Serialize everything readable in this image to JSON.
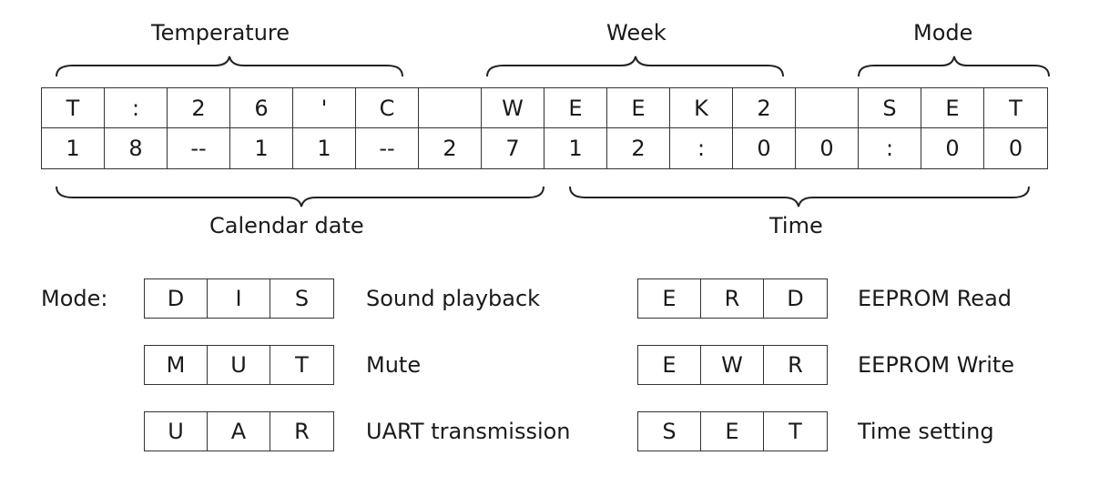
{
  "brace_labels": {
    "temperature": "Temperature",
    "week": "Week",
    "mode": "Mode",
    "calendar_date": "Calendar date",
    "time": "Time"
  },
  "display_rows": [
    [
      "T",
      ":",
      "2",
      "6",
      "'",
      "C",
      "",
      "W",
      "E",
      "E",
      "K",
      "2",
      "",
      "S",
      "E",
      "T"
    ],
    [
      "1",
      "8",
      "--",
      "1",
      "1",
      "--",
      "2",
      "7",
      "1",
      "2",
      ":",
      "0",
      "0",
      ":",
      "0",
      "0"
    ]
  ],
  "modes_title": "Mode:",
  "modes": [
    {
      "chars": [
        "D",
        "I",
        "S"
      ],
      "desc": "Sound playback"
    },
    {
      "chars": [
        "M",
        "U",
        "T"
      ],
      "desc": "Mute"
    },
    {
      "chars": [
        "U",
        "A",
        "R"
      ],
      "desc": "UART transmission"
    },
    {
      "chars": [
        "E",
        "R",
        "D"
      ],
      "desc": "EEPROM Read"
    },
    {
      "chars": [
        "E",
        "W",
        "R"
      ],
      "desc": "EEPROM Write"
    },
    {
      "chars": [
        "S",
        "E",
        "T"
      ],
      "desc": "Time setting"
    }
  ]
}
